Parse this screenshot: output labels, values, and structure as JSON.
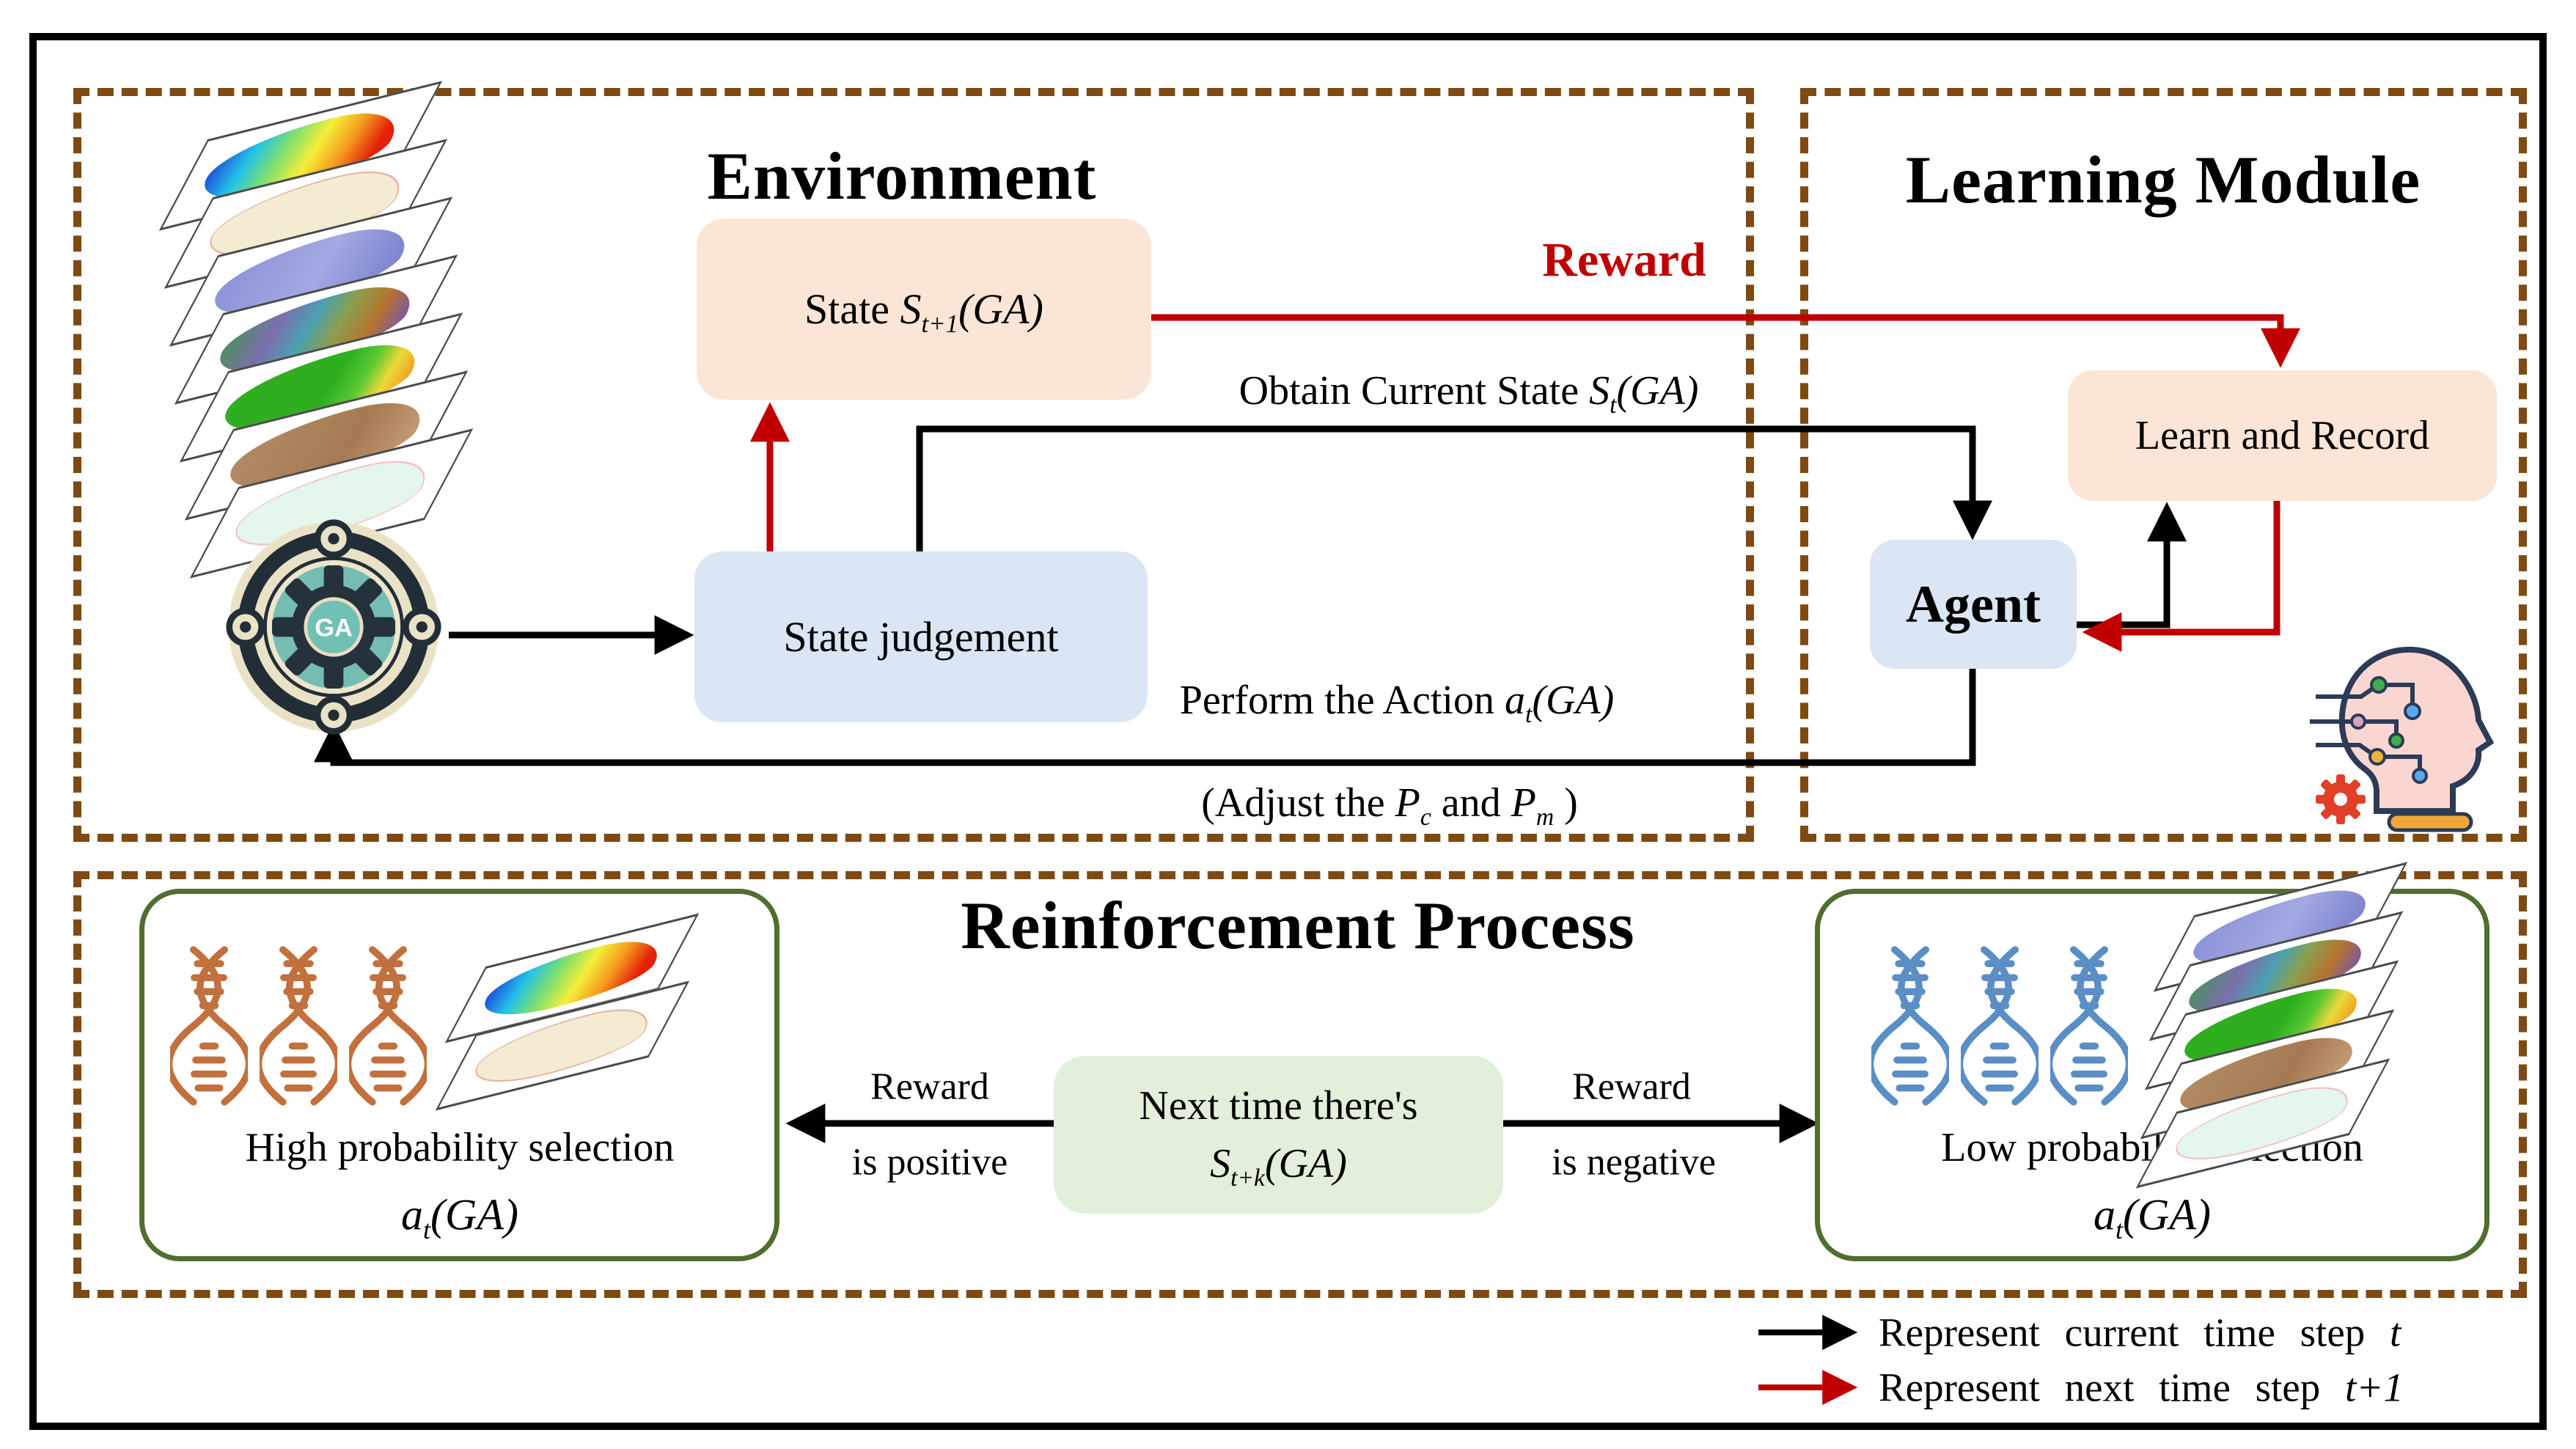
{
  "figure": {
    "environment": {
      "title": "Environment",
      "state_next": {
        "pre": "State ",
        "var": "S",
        "sub": "t+1",
        "post": "(GA)"
      },
      "state_judgement": "State judgement",
      "ga_label": "GA",
      "obtain": {
        "pre": "Obtain Current State ",
        "var": "S",
        "sub": "t",
        "post": "(GA)"
      },
      "perform": {
        "pre": "Perform the Action ",
        "var": "a",
        "sub": "t",
        "post": "(GA)"
      },
      "adjust": {
        "pre": "(Adjust the ",
        "var1": "P",
        "sub1": "c",
        "mid": " and ",
        "var2": "P",
        "sub2": "m",
        "post": " )"
      }
    },
    "learning_module": {
      "title": "Learning Module",
      "reward_label": "Reward",
      "learn_and_record": "Learn and Record",
      "agent": "Agent"
    },
    "reinforcement": {
      "title": "Reinforcement Process",
      "high_box": {
        "line1": "High probability selection",
        "var": "a",
        "sub": "t",
        "post": "(GA)"
      },
      "next_box": {
        "line1": "Next time there's",
        "var": "S",
        "sub": "t+k",
        "post": "(GA)"
      },
      "low_box": {
        "line1": "Low probability selection",
        "var": "a",
        "sub": "t",
        "post": "(GA)"
      },
      "left_arrow": {
        "line1": "Reward",
        "line2": "is positive"
      },
      "right_arrow": {
        "line1": "Reward",
        "line2": "is negative"
      }
    },
    "legend": {
      "current": {
        "pre": "Represent current time step ",
        "var": "t"
      },
      "next": {
        "pre": "Represent next time step ",
        "var": "t+1"
      }
    },
    "colors": {
      "dash_brown": "#7e4a12",
      "arrow_red": "#c00000",
      "arrow_black": "#000000",
      "box_peach": "#fbe5d6",
      "box_blue": "#dae6f3",
      "box_green": "#e2efda",
      "green_border": "#4f6e2f",
      "teal_badge": "#76bdb1"
    }
  }
}
